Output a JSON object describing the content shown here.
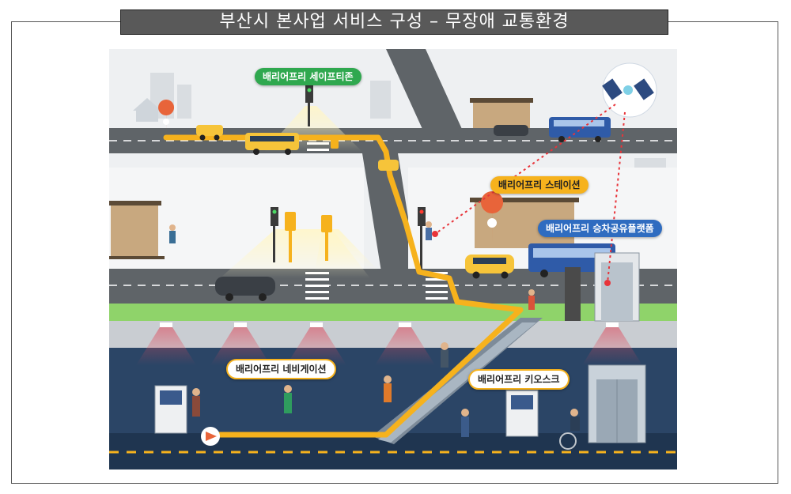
{
  "title": "부산시 본사업 서비스 구성 – 무장애 교통환경",
  "labels": {
    "safe_zone": "배리어프리 세이프티존",
    "station": "배리어프리 스테이션",
    "platform": "배리어프리 승차공유플랫폼",
    "navigation": "배리어프리 네비게이션",
    "kiosk": "배리어프리 키오스크"
  },
  "colors": {
    "path": "#f6b21d",
    "ground": "#eef0f2",
    "road": "#5f6468",
    "grass": "#8fd36a",
    "underground": "#2b4566",
    "tag_green": "#2fa84f",
    "tag_yellow": "#f6b21d",
    "tag_blue": "#2f6cc0"
  }
}
